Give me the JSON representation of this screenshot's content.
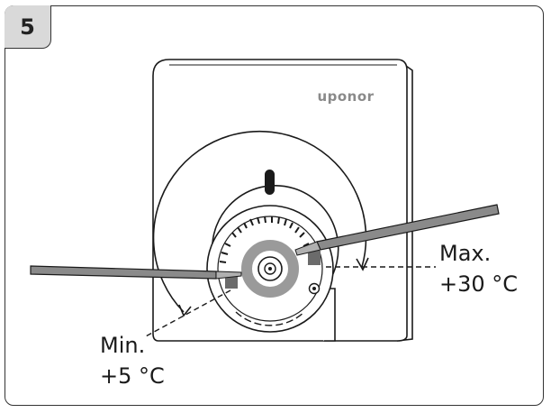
{
  "step": {
    "number": "5"
  },
  "device": {
    "brand": "uponor"
  },
  "labels": {
    "max": {
      "line1": "Max.",
      "line2": "+30 °C"
    },
    "min": {
      "line1": "Min.",
      "line2": "+5 °C"
    }
  }
}
